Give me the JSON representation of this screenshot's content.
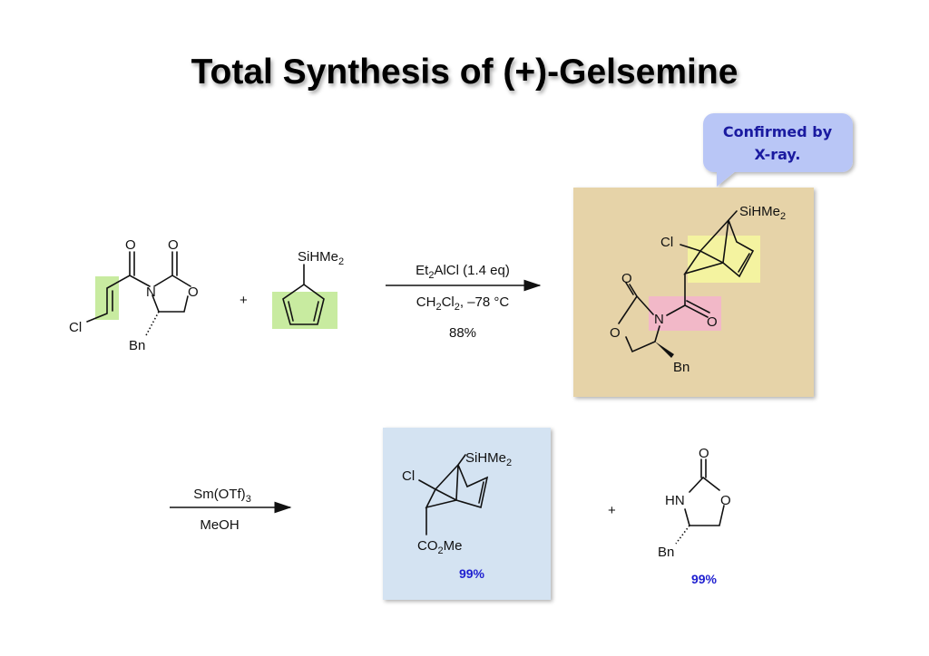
{
  "title": "Total Synthesis of (+)-Gelsemine",
  "callout": {
    "line1": "Confirmed by",
    "line2": "X-ray."
  },
  "colors": {
    "callout_bg": "#b9c6f6",
    "callout_text": "#1a1aa0",
    "yield_text": "#1f1fd0",
    "highlight_green": "#c8eba0",
    "highlight_yellow": "#f4f3a0",
    "highlight_pink": "#f2b8c8",
    "tan_panel": "#e6d3a8",
    "blue_panel": "#cfe0f0"
  },
  "step1": {
    "reagent_a": {
      "cl": "Cl",
      "o1": "O",
      "o2": "O",
      "n": "N",
      "o_ring": "O",
      "bn": "Bn"
    },
    "plus": "+",
    "reagent_b": {
      "si_main": "SiHMe",
      "si_sub": "2"
    },
    "conditions": {
      "line1_a": "Et",
      "line1_sub": "2",
      "line1_b": "AlCl (1.4 eq)",
      "line2_a": "CH",
      "line2_sub1": "2",
      "line2_b": "Cl",
      "line2_sub2": "2",
      "line2_c": ",  –78 °C",
      "yield": "88%"
    },
    "product": {
      "si_main": "SiHMe",
      "si_sub": "2",
      "cl": "Cl",
      "o1": "O",
      "n": "N",
      "o2": "O",
      "o_ring": "O",
      "bn": "Bn"
    }
  },
  "step2": {
    "conditions": {
      "line1_a": "Sm(OTf)",
      "line1_sub": "3",
      "line2": "MeOH"
    },
    "product1": {
      "si_main": "SiHMe",
      "si_sub": "2",
      "cl": "Cl",
      "ester_a": "CO",
      "ester_sub": "2",
      "ester_b": "Me",
      "yield": "99%"
    },
    "plus": "+",
    "product2": {
      "o_top": "O",
      "hn": "HN",
      "o_ring": "O",
      "bn": "Bn",
      "yield": "99%"
    }
  }
}
